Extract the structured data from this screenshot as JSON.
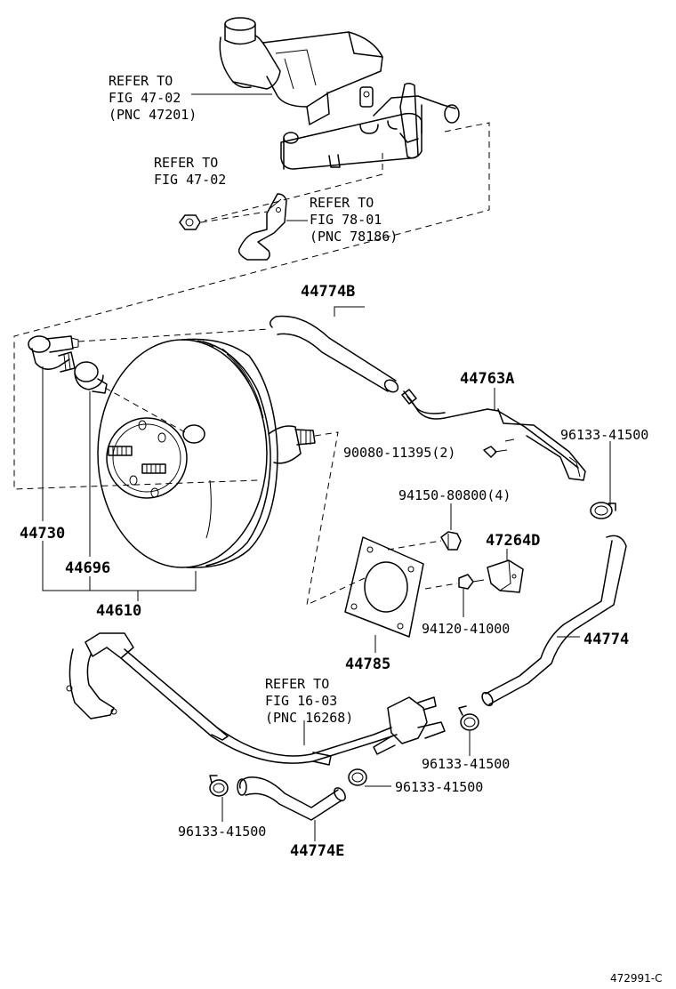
{
  "callouts": {
    "master_cylinder_ref": [
      "REFER TO",
      "FIG 47-02",
      "(PNC 47201)"
    ],
    "nut_ref": [
      "REFER TO",
      "FIG 47-02"
    ],
    "bracket_ref": [
      "REFER TO",
      "FIG 78-01",
      "(PNC 78186)"
    ],
    "pipe_ref": [
      "REFER TO",
      "FIG 16-03",
      "(PNC 16268)"
    ]
  },
  "parts": {
    "hose_44774b": "44774B",
    "hose_44763a": "44763A",
    "clip_96133_upper": "96133-41500",
    "bolt_90080": "90080-11395(2)",
    "nut_94150": "94150-80800(4)",
    "bracket_47264d": "47264D",
    "check_valve_44730": "44730",
    "grommet_44696": "44696",
    "booster_44610": "44610",
    "bolt_94120": "94120-41000",
    "gasket_44785": "44785",
    "hose_44774": "44774",
    "clip_96133_mid": "96133-41500",
    "clip_96133_lower_right": "96133-41500",
    "clip_96133_lower_left": "96133-41500",
    "hose_44774e": "44774E"
  },
  "figure_code": "472991-C"
}
